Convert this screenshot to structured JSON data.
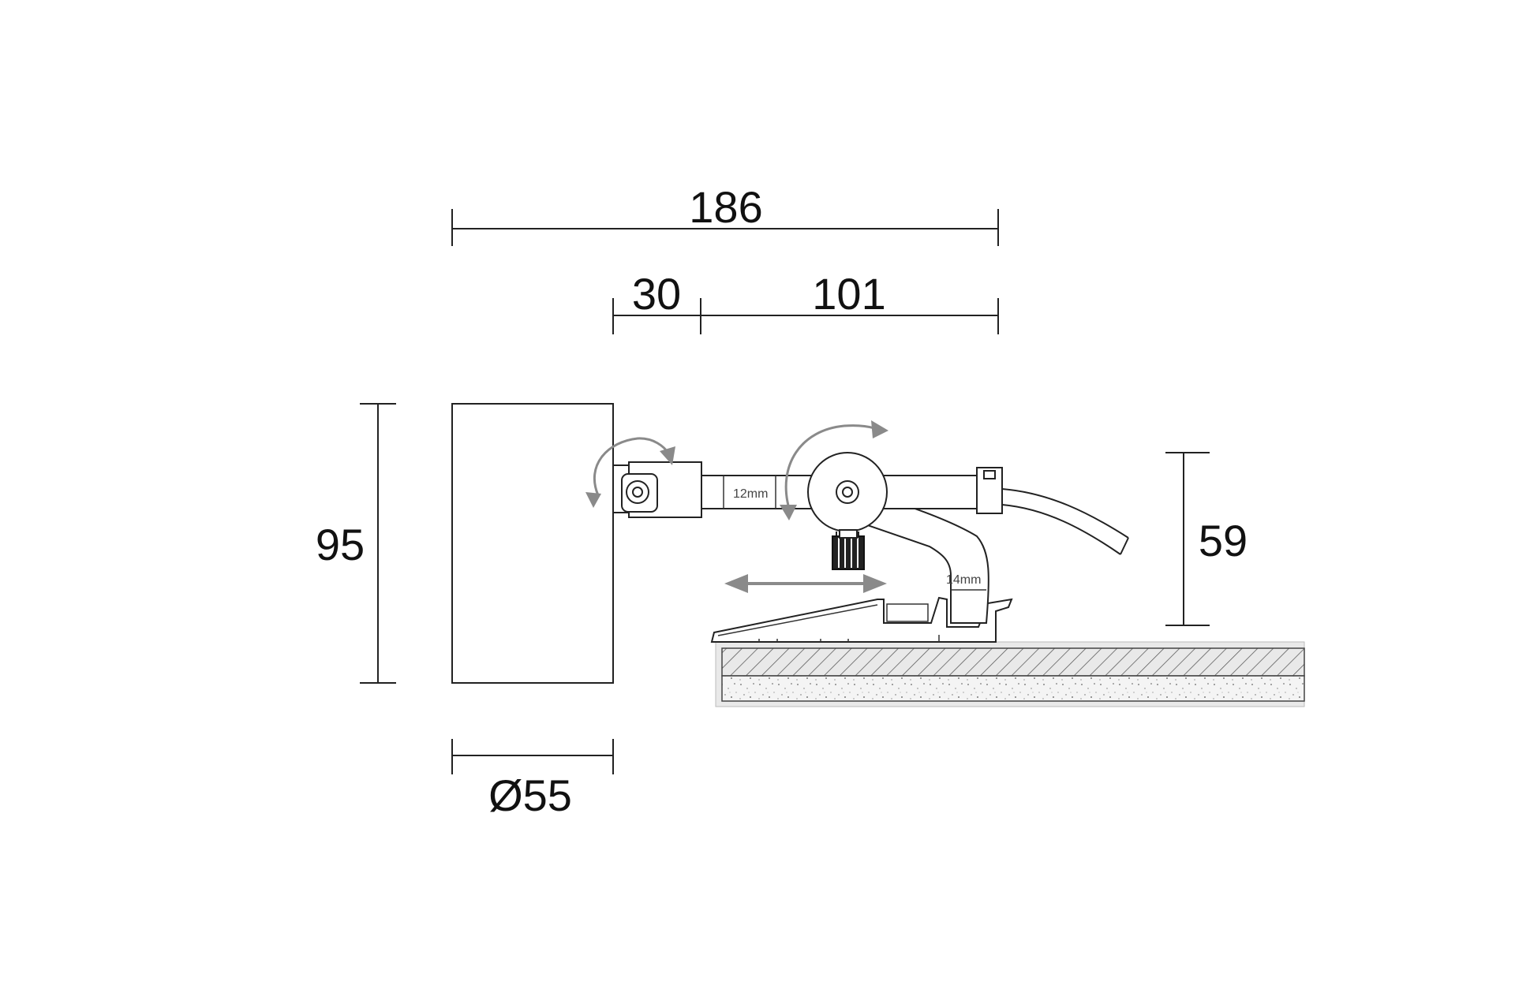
{
  "dimensions": {
    "total_length": "186",
    "arm_offset": "30",
    "arm_length": "101",
    "head_height": "95",
    "mount_height": "59",
    "head_diameter": "Ø55"
  },
  "labels": {
    "arm_tube": "12mm",
    "bracket": "14mm"
  },
  "colors": {
    "line": "#222222",
    "arrow": "#8a8a8a",
    "shelf_fill": "#e9e9e9"
  }
}
